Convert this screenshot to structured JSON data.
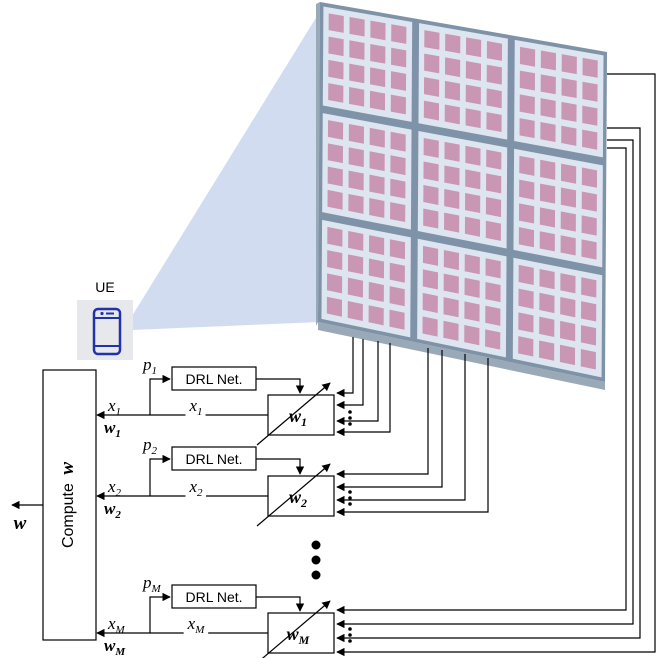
{
  "ue_label": "UE",
  "compute_label": "Compute",
  "compute_symbol": "w",
  "output_symbol": "w",
  "chains": [
    {
      "p_label": "p",
      "p_sub": "1",
      "drl_label": "DRL Net.",
      "x_label": "x",
      "x_sub": "1",
      "w_label": "w",
      "w_sub": "1"
    },
    {
      "p_label": "p",
      "p_sub": "2",
      "drl_label": "DRL Net.",
      "x_label": "x",
      "x_sub": "2",
      "w_label": "w",
      "w_sub": "2"
    },
    {
      "p_label": "p",
      "p_sub": "M",
      "drl_label": "DRL Net.",
      "x_label": "x",
      "x_sub": "M",
      "w_label": "w",
      "w_sub": "M"
    }
  ],
  "colors": {
    "panel_frame": "#7f93a8",
    "panel_cell_bg": "#dde5f0",
    "element": "#c996b4",
    "beam": "#c9d6ee",
    "phone": "#2233aa",
    "ue_box": "#e6e8eb"
  }
}
